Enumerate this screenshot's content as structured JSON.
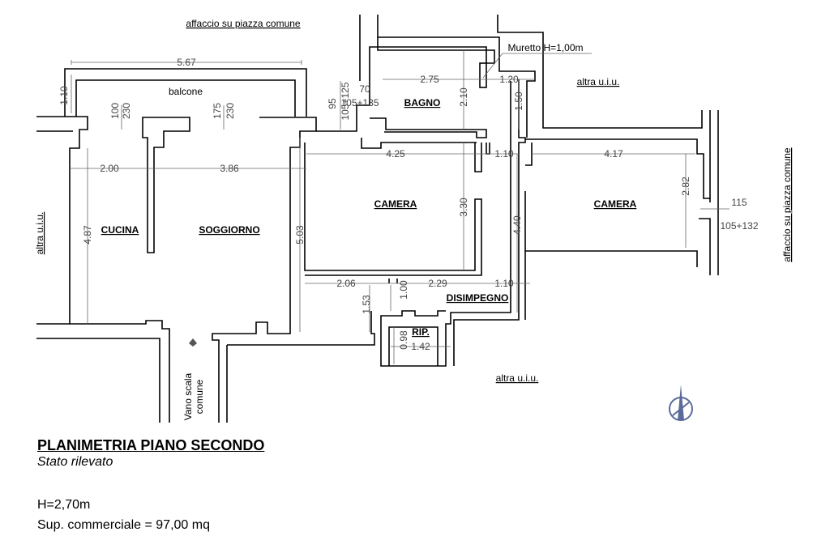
{
  "labels": {
    "top_outside": "affaccio su piazza comune",
    "right_outside": "affaccio su piazza comune",
    "left_outside": "altra u.i.u.",
    "top_right_outside": "altra u.i.u.",
    "bottom_outside": "altra u.i.u.",
    "muretto": "Muretto H=1,00m",
    "balcone": "balcone",
    "stair_line1": "Vano scala",
    "stair_line2": "comune"
  },
  "rooms": {
    "cucina": "CUCINA",
    "soggiorno": "SOGGIORNO",
    "camera1": "CAMERA",
    "camera2": "CAMERA",
    "bagno": "BAGNO",
    "disimpegno": "DISIMPEGNO",
    "ripostiglio": "RIP."
  },
  "dimensions": {
    "balcony_width": "5.67",
    "balcony_depth": "1.10",
    "cucina_width": "2.00",
    "soggiorno_width": "3.86",
    "cucina_height": "4.87",
    "soggiorno_height": "5.03",
    "camera1_width": "4.25",
    "camera1_height": "3.30",
    "bagno_width": "2.75",
    "bagno_height": "2.10",
    "muretto_width": "1.20",
    "corridor_height": "1.50",
    "corridor_gap": "1.10",
    "camera2_width": "4.17",
    "camera2_height": "2.82",
    "corridor_length": "4.40",
    "disimp_left": "2.06",
    "disimp_right": "2.29",
    "disimp_gap": "1.10",
    "disimp_h1": "1.53",
    "disimp_h2": "1.00",
    "rip_height": "0.98",
    "rip_width": "1.42",
    "win1_a": "100",
    "win1_b": "230",
    "win2_a": "175",
    "win2_b": "230",
    "win3_a": "95",
    "win3_b": "105+125",
    "win3_c": "70",
    "win3_d": "105+135",
    "win4_a": "115",
    "win4_b": "105+132"
  },
  "title": "PLANIMETRIA PIANO SECONDO",
  "subtitle": "Stato rilevato",
  "height_info": "H=2,70m",
  "area_info": "Sup. commerciale = 97,00 mq"
}
